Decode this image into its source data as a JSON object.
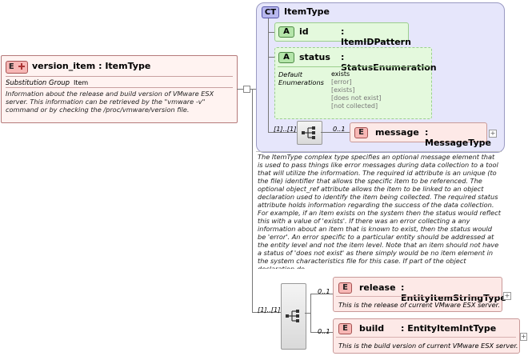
{
  "root": {
    "tag": "E",
    "name": "version_item",
    "type_sep": ":",
    "type": "ItemType",
    "substitution_label": "Substitution Group",
    "substitution_value": "Item",
    "doc": "Information about the release and build version of VMware ESX server. This information can be retrieved by the \"vmware -v\" command or by checking the /proc/vmware/version file."
  },
  "complex_type": {
    "tag": "CT",
    "name": "ItemType",
    "attributes": [
      {
        "tag": "A",
        "name": "id",
        "type": ": ItemIDPattern"
      },
      {
        "tag": "A",
        "name": "status",
        "type": ": StatusEnumeration",
        "default_label": "Default",
        "enum_label": "Enumerations",
        "default_value": "exists",
        "enumerations": [
          "[error]",
          "[exists]",
          "[does not exist]",
          "[not collected]"
        ]
      }
    ],
    "sequence_multiplicity": "[1]..[1]",
    "message": {
      "tag": "E",
      "multiplicity": "0..1",
      "name": "message",
      "type": ": MessageType"
    },
    "doc": "The ItemType complex type specifies an optional message element that is used to pass things like error messages during data collection to a tool that will utilize the information. The required id attribute is an unique (to the file) identifier that allows the specific item to be referenced. The optional object_ref attribute allows the item to be linked to an object declaration used to identify the item being collected. The required status attribute holds information regarding the success of the data collection. For example, if an item exists on the system then the status would reflect this with a value of 'exists'. If there was an error collecting a any information about an item that is known to exist, then the status would be 'error'. An error specific to a particular entity should be addressed at the entity level and not the item level. Note that an item should not have a status of 'does not exist' as there simply would be no item element in the system characteristics file for this case. If part of the object declaration do"
  },
  "sequence2_multiplicity": "[1]..[1]",
  "children": [
    {
      "tag": "E",
      "multiplicity": "0..1",
      "name": "release",
      "type": ": EntityItemStringType",
      "doc": "This is the release of current VMware ESX server."
    },
    {
      "tag": "E",
      "multiplicity": "0..1",
      "name": "build",
      "type": ": EntityItemIntType",
      "doc": "This is the build version of current VMware ESX server."
    }
  ],
  "expand_glyph": "+",
  "colors": {
    "element_fill": "#fde9e7",
    "element_tag": "#f7b7b5",
    "attribute_fill": "#e4f9dd",
    "attribute_tag": "#b4e5a9",
    "complex_type_fill": "#e6e6fb",
    "complex_type_tag": "#b8b8ee"
  }
}
